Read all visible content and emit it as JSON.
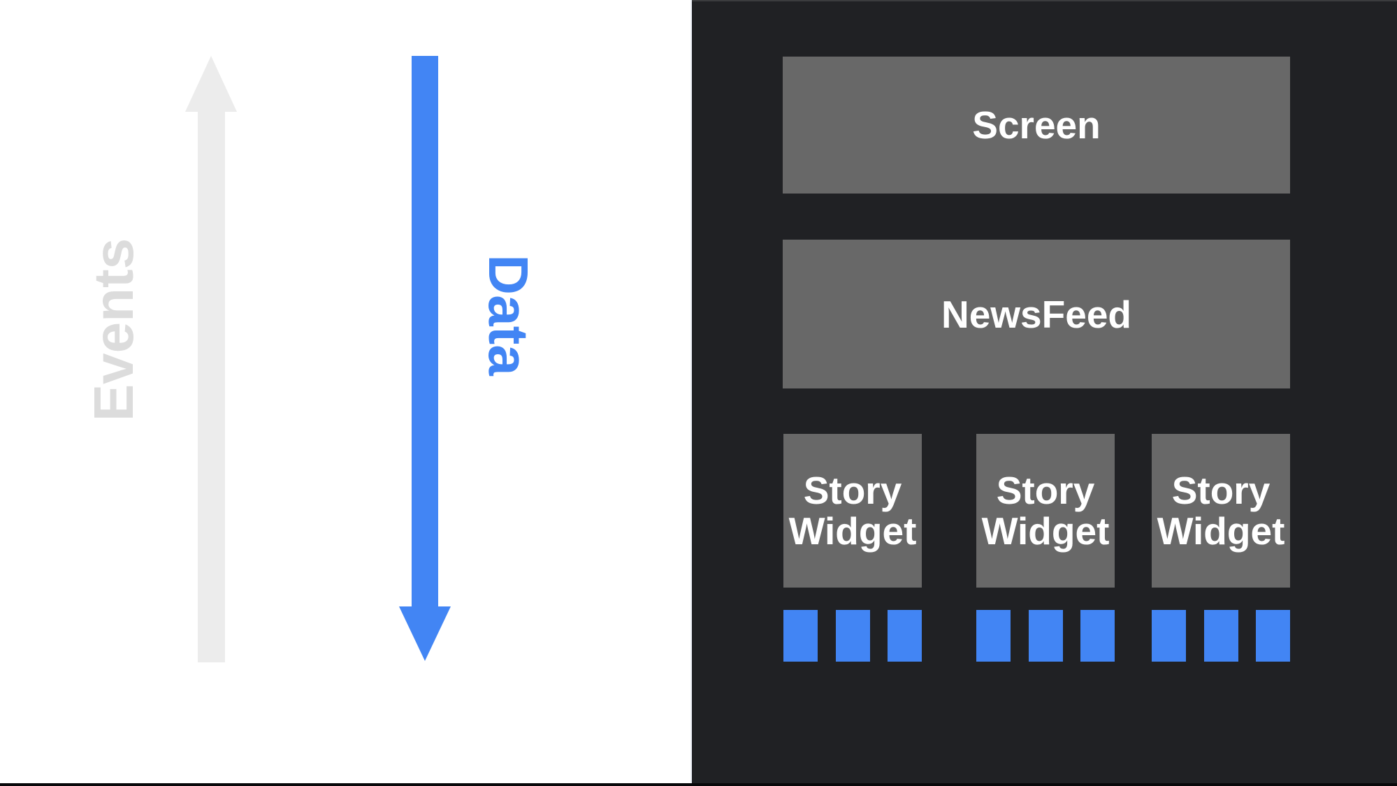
{
  "slide": {
    "arrows": {
      "events": {
        "label": "Events",
        "direction": "up"
      },
      "data": {
        "label": "Data",
        "direction": "down"
      }
    },
    "panel": {
      "screen": {
        "label": "Screen"
      },
      "newsfeed": {
        "label": "NewsFeed"
      },
      "story_widgets": [
        {
          "label": "Story Widget",
          "blocks": 3
        },
        {
          "label": "Story Widget",
          "blocks": 3
        },
        {
          "label": "Story Widget",
          "blocks": 3
        }
      ]
    }
  },
  "colors": {
    "accent": "#4285f4",
    "panel_bg": "#202124",
    "box_gray": "#686868",
    "box_label": "#ffffff",
    "arrow_gray": "#ececec",
    "events_label": "#dcdcdc"
  }
}
